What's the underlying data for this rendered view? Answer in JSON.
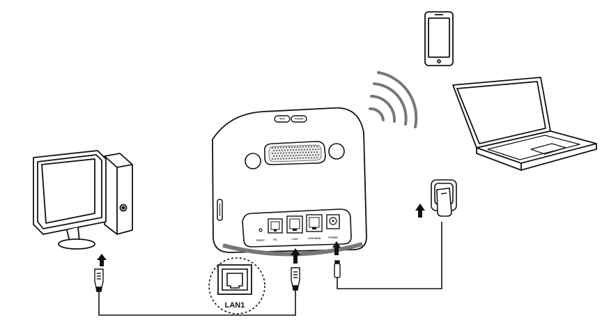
{
  "router": {
    "top_buttons": [
      "WPS",
      "POWER"
    ],
    "ports": [
      "RESET",
      "TEL",
      "LAN1",
      "LAN2/WAN",
      "POWER"
    ]
  },
  "zoom_callout": {
    "label": "LAN1"
  },
  "icons": {
    "desktop": "desktop-computer-icon",
    "phone": "smartphone-icon",
    "laptop": "laptop-icon",
    "wifi": "wifi-signal-icon",
    "outlet": "power-outlet-icon"
  }
}
